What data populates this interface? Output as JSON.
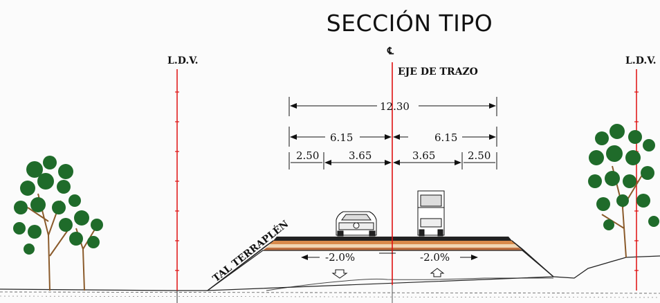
{
  "title": "SECCIÓN TIPO",
  "centerline_symbol": "℄",
  "centerline_label": "EJE DE TRAZO",
  "ldv_left": "L.D.V.",
  "ldv_right": "L.D.V.",
  "total_width": "12.30",
  "half_left": "6.15",
  "half_right": "6.15",
  "shoulder_left": "2.50",
  "lane_left": "3.65",
  "lane_right": "3.65",
  "shoulder_right": "2.50",
  "slope_left": "-2.0%",
  "slope_right": "-2.0%",
  "embankment_label": "TAL TERRAPLÉN",
  "colors": {
    "centerline": "#e01010",
    "ldv": "#e01010",
    "tree_leaves": "#1f6b2a",
    "tree_trunk": "#8a5a2a",
    "asphalt": "#222222",
    "base": "#d98a4a"
  }
}
